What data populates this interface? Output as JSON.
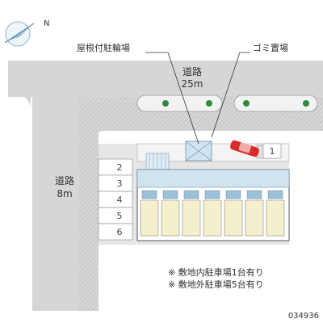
{
  "compass": {
    "north_label": "N",
    "icon": "compass-icon"
  },
  "callouts": {
    "bicycle_parking": "屋根付駐輪場",
    "garbage_area": "ゴミ置場"
  },
  "roads": {
    "top": {
      "name": "道路",
      "width": "25m"
    },
    "left": {
      "name": "道路",
      "width": "8m"
    }
  },
  "parking": {
    "lot_one": "1",
    "lot_numbers": [
      "2",
      "3",
      "4",
      "5",
      "6"
    ]
  },
  "notes": [
    "※ 敷地内駐車場1台有り",
    "※ 敷地外駐車場5台有り"
  ],
  "property_id": "034936",
  "colors": {
    "road": "#d6d6d6",
    "road_hatch": "#b8b8b8",
    "building_blue": "#cfe3f0",
    "unit_yellow": "#f5f0cc",
    "tree_green": "#2e8b3a",
    "car_red": "#d92a2a"
  }
}
